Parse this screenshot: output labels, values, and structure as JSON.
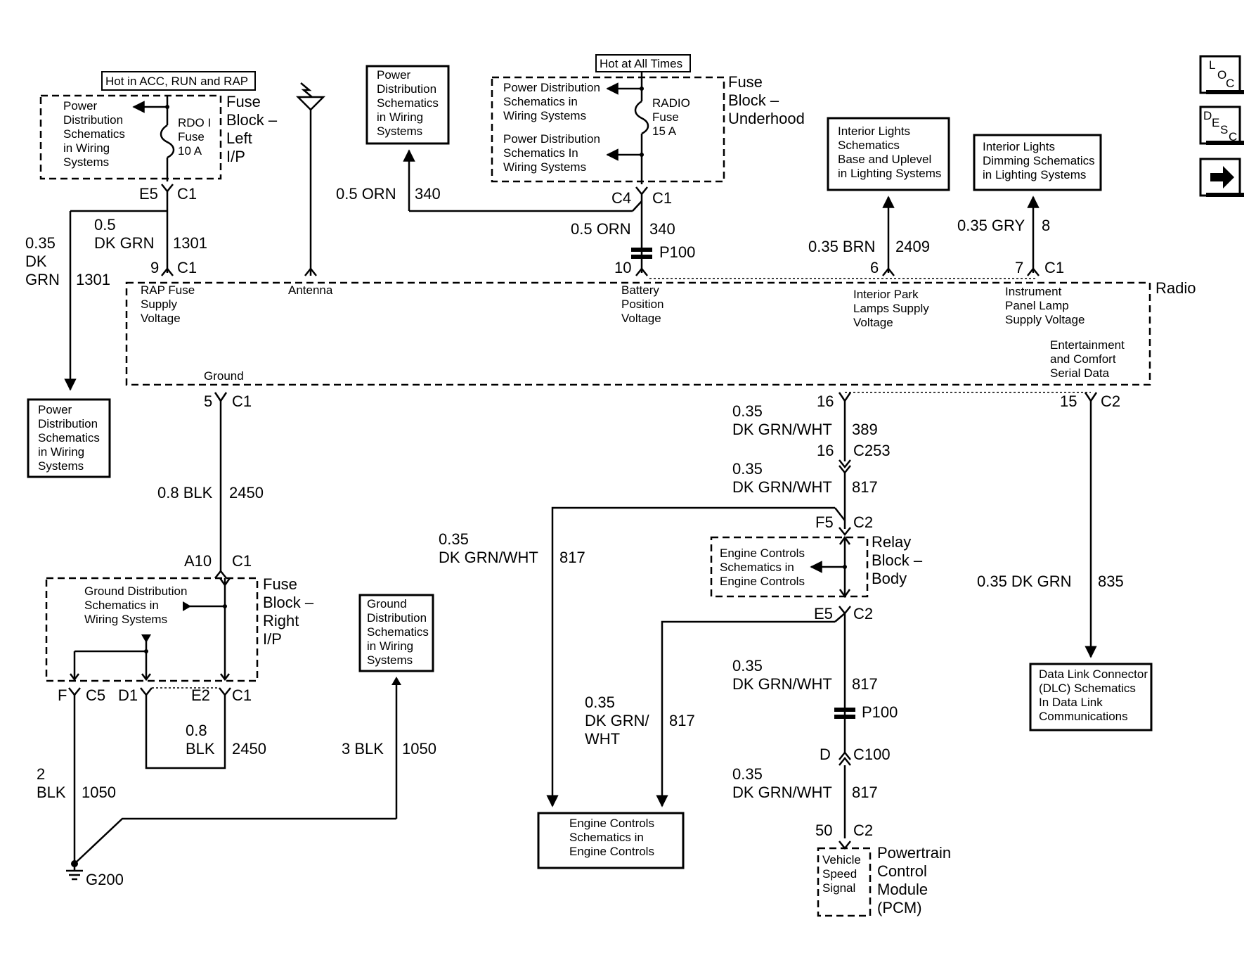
{
  "nav": {
    "loc": [
      "L",
      "O",
      "C"
    ],
    "desc": [
      "D",
      "E",
      "S",
      "C"
    ]
  },
  "fuse_block_left": {
    "title": [
      "Fuse",
      "Block –",
      "Left",
      "I/P"
    ],
    "hot_label": "Hot in ACC, RUN and RAP",
    "ref": [
      "Power",
      "Distribution",
      "Schematics",
      "in Wiring",
      "Systems"
    ],
    "fuse": [
      "RDO I",
      "Fuse",
      "10 A"
    ],
    "conn_pin": "E5",
    "conn_name": "C1"
  },
  "antenna": {
    "label": "Antenna"
  },
  "pd_ref_top": {
    "lines": [
      "Power",
      "Distribution",
      "Schematics",
      "in Wiring",
      "Systems"
    ]
  },
  "wire_340_left": {
    "gauge": "0.5 ORN",
    "circuit": "340"
  },
  "fuse_block_underhood": {
    "title": [
      "Fuse",
      "Block –",
      "Underhood"
    ],
    "hot_label": "Hot at All Times",
    "ref1": [
      "Power  Distribution",
      "Schematics in",
      "Wiring Systems"
    ],
    "ref2": [
      "Power  Distribution",
      "Schematics In",
      "Wiring Systems"
    ],
    "fuse": [
      "RADIO",
      "Fuse",
      "15 A"
    ],
    "conn_pin": "C4",
    "conn_name": "C1"
  },
  "wire_340": {
    "gauge": "0.5 ORN",
    "circuit": "340"
  },
  "splice_p100_top": {
    "label": "P100"
  },
  "interior_lights_1": {
    "lines": [
      "Interior Lights",
      "Schematics",
      "Base and Uplevel",
      "in Lighting Systems"
    ]
  },
  "interior_lights_2": {
    "lines": [
      "Interior Lights",
      "Dimming Schematics",
      "in Lighting Systems"
    ]
  },
  "wire_2409": {
    "gauge": "0.35 BRN",
    "circuit": "2409"
  },
  "wire_8": {
    "gauge": "0.35 GRY",
    "circuit": "8"
  },
  "wire_1301_a": {
    "gauge": [
      "0.5",
      "DK GRN"
    ],
    "circuit": "1301"
  },
  "wire_1301_b": {
    "gauge": [
      "0.35",
      "DK",
      "GRN"
    ],
    "circuit": "1301"
  },
  "radio": {
    "title": "Radio",
    "pins": {
      "p9": "9",
      "c1_a": "C1",
      "p10": "10",
      "p6": "6",
      "p7": "7",
      "c1_b": "C1",
      "p5": "5",
      "c1_c": "C1",
      "p16": "16",
      "p15": "15",
      "c2": "C2"
    },
    "labels": {
      "rap": [
        "RAP Fuse",
        "Supply",
        "Voltage"
      ],
      "battery": [
        "Battery",
        "Position",
        "Voltage"
      ],
      "park": [
        "Interior Park",
        "Lamps Supply",
        "Voltage"
      ],
      "panel": [
        "Instrument",
        "Panel Lamp",
        "Supply Voltage"
      ],
      "serial": [
        "Entertainment",
        "and Comfort",
        "Serial Data"
      ],
      "ground": "Ground"
    }
  },
  "pd_ref_left": {
    "lines": [
      "Power",
      "Distribution",
      "Schematics",
      "in Wiring",
      "Systems"
    ]
  },
  "wire_2450_a": {
    "gauge": "0.8 BLK",
    "circuit": "2450"
  },
  "fuse_block_right": {
    "title": [
      "Fuse",
      "Block –",
      "Right",
      "I/P"
    ],
    "ref": [
      "Ground Distribution",
      "Schematics in",
      "Wiring Systems"
    ],
    "a10": "A10",
    "c1_top": "C1",
    "f": "F",
    "c5": "C5",
    "d1": "D1",
    "e2": "E2",
    "c1_bot": "C1"
  },
  "wire_2450_b": {
    "gauge": [
      "0.8",
      "BLK"
    ],
    "circuit": "2450"
  },
  "gd_ref": {
    "lines": [
      "Ground",
      "Distribution",
      "Schematics",
      "in Wiring",
      "Systems"
    ]
  },
  "wire_1050_a": {
    "gauge": "3 BLK",
    "circuit": "1050"
  },
  "wire_1050_b": {
    "gauge": [
      "2",
      "BLK"
    ],
    "circuit": "1050"
  },
  "ground_g200": {
    "label": "G200"
  },
  "wire_389": {
    "gauge": [
      "0.35",
      "DK GRN/WHT"
    ],
    "circuit": "389"
  },
  "conn_c253": {
    "pin": "16",
    "name": "C253"
  },
  "wire_817_a": {
    "gauge": [
      "0.35",
      "DK GRN/WHT"
    ],
    "circuit": "817"
  },
  "wire_817_left": {
    "gauge": [
      "0.35",
      "DK GRN/WHT"
    ],
    "circuit": "817"
  },
  "relay_block": {
    "title": [
      "Relay",
      "Block –",
      "Body"
    ],
    "ref": [
      "Engine Controls",
      "Schematics in",
      "Engine Controls"
    ],
    "f5": "F5",
    "c2_top": "C2",
    "e5": "E5",
    "c2_bot": "C2"
  },
  "wire_817_mid": {
    "gauge": [
      "0.35",
      "DK GRN/",
      "WHT"
    ],
    "circuit": "817"
  },
  "wire_817_b": {
    "gauge": [
      "0.35",
      "DK GRN/WHT"
    ],
    "circuit": "817"
  },
  "splice_p100_bot": {
    "label": "P100"
  },
  "conn_c100": {
    "pin": "D",
    "name": "C100"
  },
  "wire_817_c": {
    "gauge": [
      "0.35",
      "DK GRN/WHT"
    ],
    "circuit": "817"
  },
  "engine_controls_box": {
    "lines": [
      "Engine Controls",
      "Schematics in",
      "Engine Controls"
    ]
  },
  "pcm": {
    "title": [
      "Powertrain",
      "Control",
      "Module",
      "(PCM)"
    ],
    "pin": "50",
    "conn": "C2",
    "signal": [
      "Vehicle",
      "Speed",
      "Signal"
    ]
  },
  "wire_835": {
    "gauge": "0.35 DK GRN",
    "circuit": "835"
  },
  "dlc_box": {
    "lines": [
      "Data Link Connector",
      "(DLC) Schematics",
      "In Data Link",
      "Communications"
    ]
  }
}
